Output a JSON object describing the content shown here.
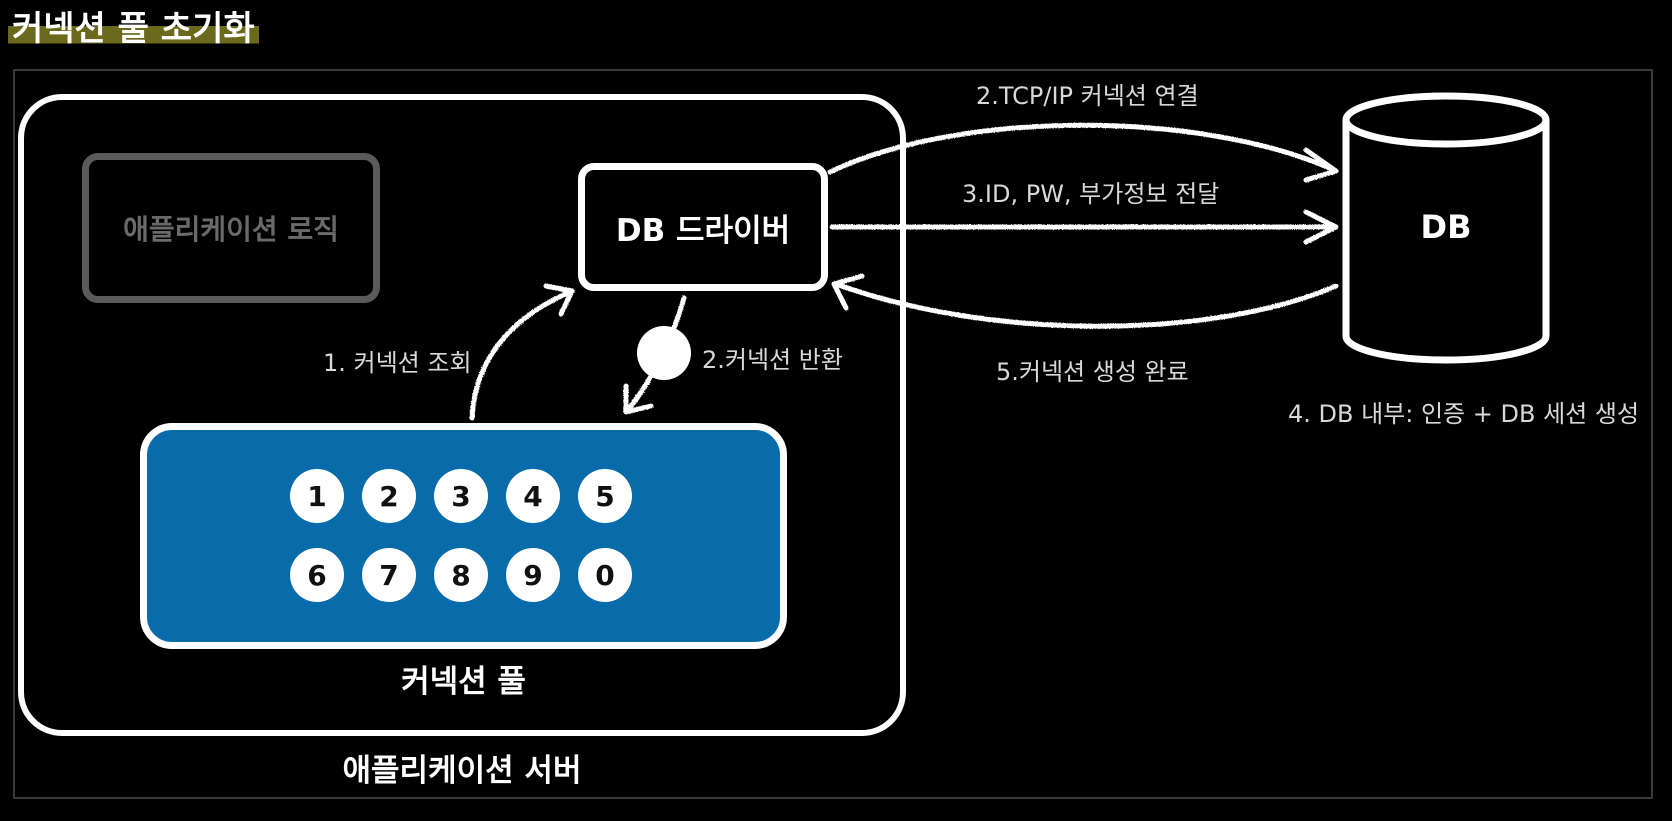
{
  "title": "커넥션 풀 초기화",
  "diagram": {
    "application_server_label": "애플리케이션 서버",
    "application_logic_label": "애플리케이션 로직",
    "db_driver_label": "DB 드라이버",
    "connection_pool_label": "커넥션 풀",
    "connections_row1": [
      "1",
      "2",
      "3",
      "4",
      "5"
    ],
    "connections_row2": [
      "6",
      "7",
      "8",
      "9",
      "0"
    ],
    "database_label": "DB",
    "steps": {
      "step1": "1. 커넥션 조회",
      "step2_return": "2.커넥션 반환",
      "step2_tcp": "2.TCP/IP 커넥션 연결",
      "step3": "3.ID, PW, 부가정보 전달",
      "step4": "4. DB 내부: 인증 + DB 세션 생성",
      "step5": "5.커넥션 생성 완료"
    }
  },
  "colors": {
    "background": "#000000",
    "pool_fill": "#0a6bab",
    "title_highlight": "#6b6a1c",
    "stroke": "#ffffff"
  }
}
